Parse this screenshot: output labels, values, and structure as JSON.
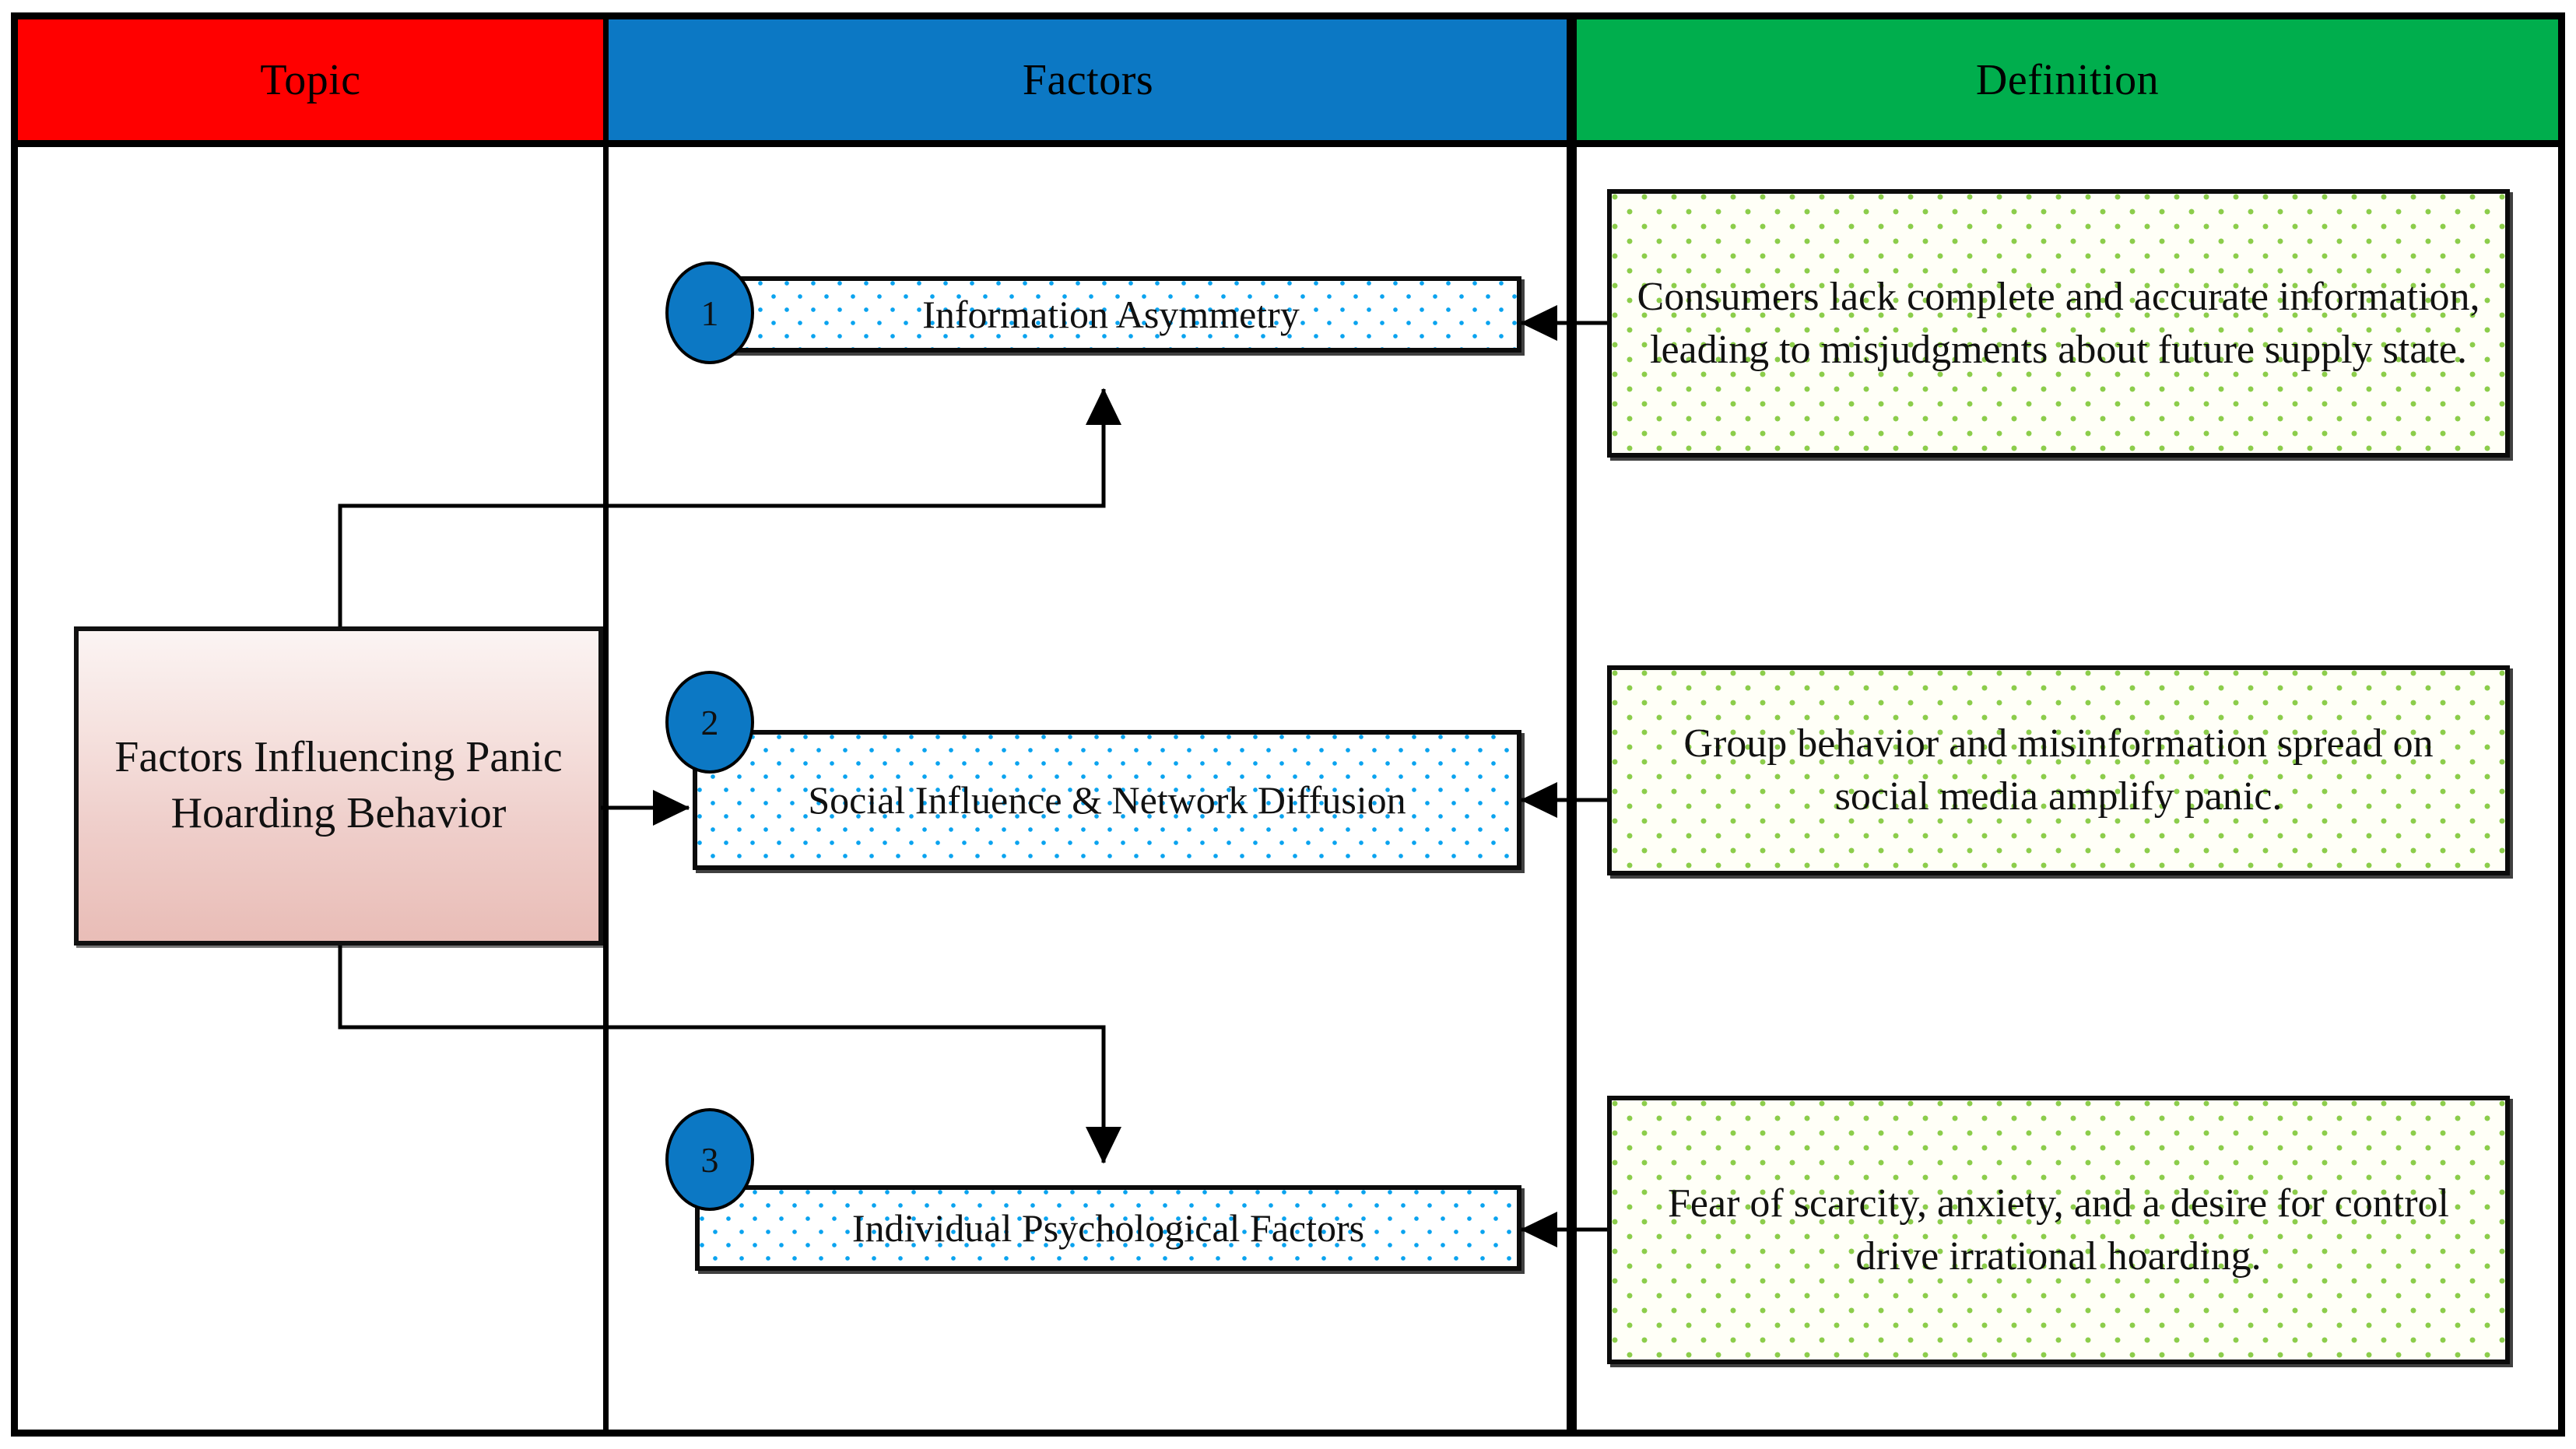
{
  "table": {
    "headers": [
      {
        "label": "Topic",
        "color": "#FF0000"
      },
      {
        "label": "Factors",
        "color": "#0C78C4"
      },
      {
        "label": "Definition",
        "color": "#00AE4D"
      }
    ]
  },
  "topic": {
    "label": "Factors Influencing Panic Hoarding Behavior",
    "gradient_from": "#FBF4F3",
    "gradient_to": "#E9BDB7"
  },
  "rows": [
    {
      "number": "1",
      "factor": "Information Asymmetry",
      "definition": "Consumers lack complete and accurate information, leading to misjudgments about future supply state."
    },
    {
      "number": "2",
      "factor": "Social Influence & Network Diffusion",
      "definition": "Group behavior and misinformation spread on social media amplify panic."
    },
    {
      "number": "3",
      "factor": "Individual Psychological Factors",
      "definition": "Fear of scarcity, anxiety, and a desire for control drive irrational hoarding."
    }
  ],
  "style": {
    "factor_dot_color": "#0AA3EF",
    "definition_dot_color": "#8CCD4B",
    "circle_fill": "#0C78C4",
    "line_color": "#000000"
  }
}
